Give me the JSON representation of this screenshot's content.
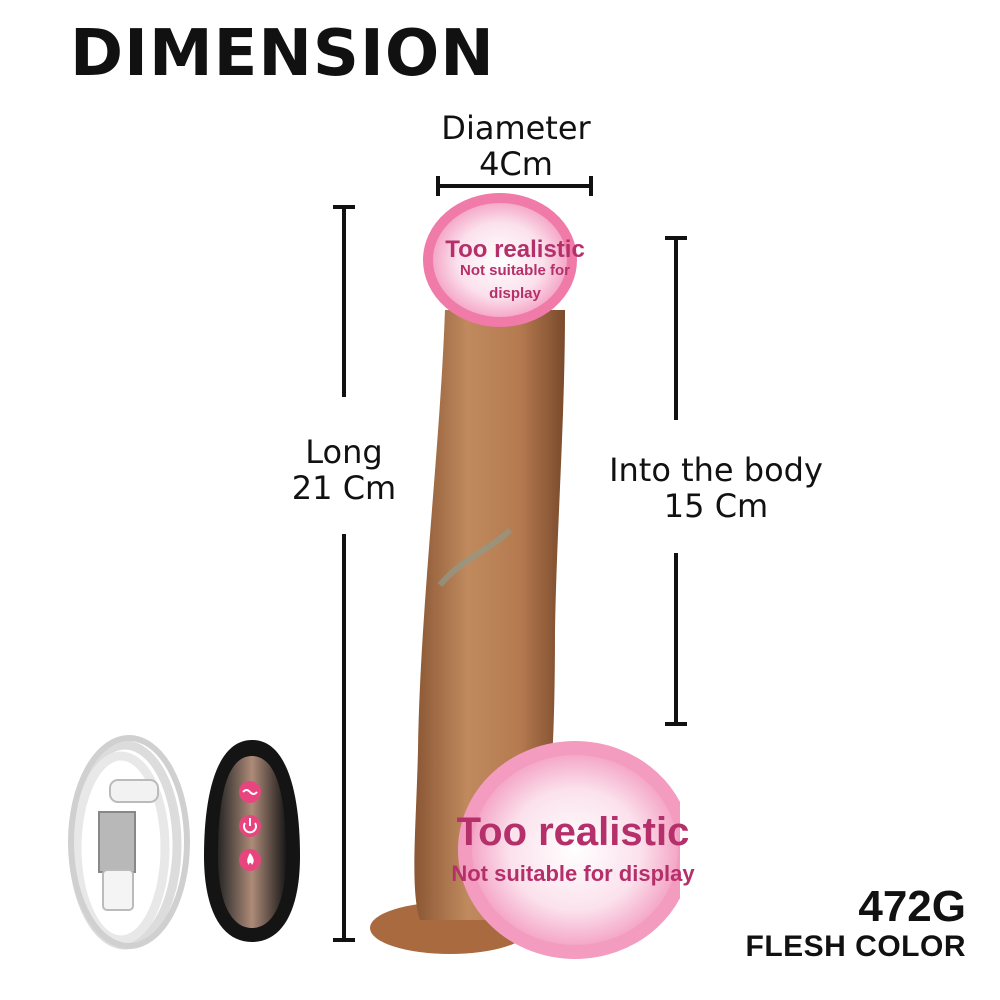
{
  "title": "DIMENSION",
  "diameter": {
    "line1": "Diameter",
    "line2": "4Cm"
  },
  "length": {
    "line1": "Long",
    "line2": "21 Cm"
  },
  "insertable": {
    "line1": "Into the body",
    "line2": "15 Cm"
  },
  "censor_top": {
    "line1": "Too realistic",
    "line2": "Not suitable for",
    "line3": "display"
  },
  "censor_bottom": {
    "line1": "Too realistic",
    "line2": "Not suitable for display"
  },
  "weight": "472G",
  "color_name": "FLESH COLOR",
  "colors": {
    "product": "#b87a52",
    "censor": "#f4a6c4",
    "censor_text": "#b5306b",
    "remote": "#1a1a1a",
    "button": "#e8447e"
  },
  "remote_icons": [
    "vibration-icon",
    "power-icon",
    "heat-icon"
  ]
}
